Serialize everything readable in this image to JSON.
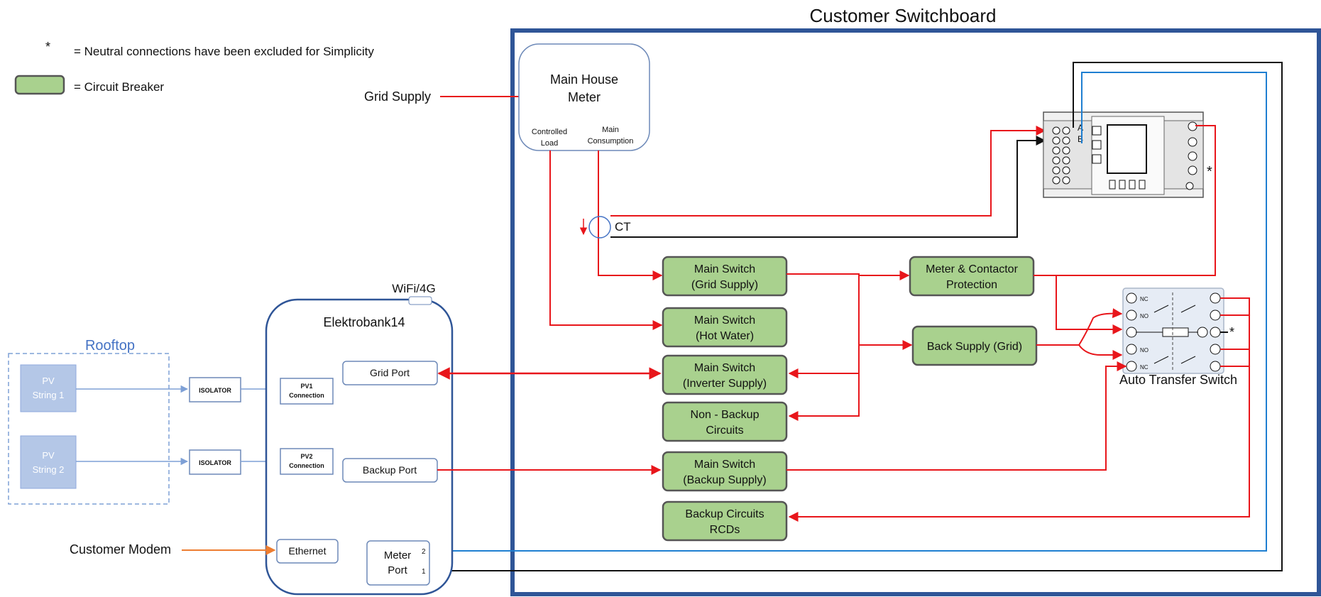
{
  "switchboard": {
    "title": "Customer Switchboard"
  },
  "legend": {
    "asterisk_symbol": "*",
    "asterisk_text": "= Neutral connections have been excluded for Simplicity",
    "breaker_text": "= Circuit Breaker"
  },
  "grid_supply": "Grid Supply",
  "customer_modem": "Customer Modem",
  "meter": {
    "title_line1": "Main House",
    "title_line2": "Meter",
    "controlled_line1": "Controlled",
    "controlled_line2": "Load",
    "main_line1": "Main",
    "main_line2": "Consumption"
  },
  "ct_label": "CT",
  "breakers": {
    "main_grid": [
      "Main Switch",
      "(Grid Supply)"
    ],
    "hot_water": [
      "Main Switch",
      "(Hot Water)"
    ],
    "inverter": [
      "Main Switch",
      "(Inverter Supply)"
    ],
    "non_backup": [
      "Non - Backup",
      "Circuits"
    ],
    "backup_supply": [
      "Main Switch",
      "(Backup Supply)"
    ],
    "backup_rcds": [
      "Backup Circuits",
      "RCDs"
    ],
    "meter_protection": [
      "Meter & Contactor",
      "Protection"
    ],
    "back_supply_grid": [
      "Back Supply (Grid)"
    ]
  },
  "ats": {
    "label": "Auto Transfer Switch",
    "terminals": [
      "NC",
      "NO",
      "",
      "NO",
      "NC"
    ],
    "asterisk": "*"
  },
  "smart_meter": {
    "asterisk": "*",
    "terminal_a": "A",
    "terminal_b": "B"
  },
  "rooftop": {
    "label": "Rooftop",
    "strings": [
      [
        "PV",
        "String 1"
      ],
      [
        "PV",
        "String 2"
      ]
    ],
    "isolator": "ISOLATOR"
  },
  "inverter": {
    "name": "Elektrobank14",
    "wifi": "WiFi/4G",
    "pv1": [
      "PV1",
      "Connection"
    ],
    "pv2": [
      "PV2",
      "Connection"
    ],
    "grid_port": "Grid Port",
    "backup_port": "Backup Port",
    "ethernet": "Ethernet",
    "meter_port": [
      "Meter",
      "Port"
    ],
    "meter_pins": [
      "2",
      "1"
    ]
  },
  "colors": {
    "switchboard_border": "#2f5597",
    "breaker_fill": "#a9d18e",
    "live_wire": "#e8161b",
    "comm_blue": "#1f7fd1",
    "pv_wire": "#7ea0d6",
    "modem_wire": "#ed7d31",
    "rooftop_label": "#4472c4"
  }
}
